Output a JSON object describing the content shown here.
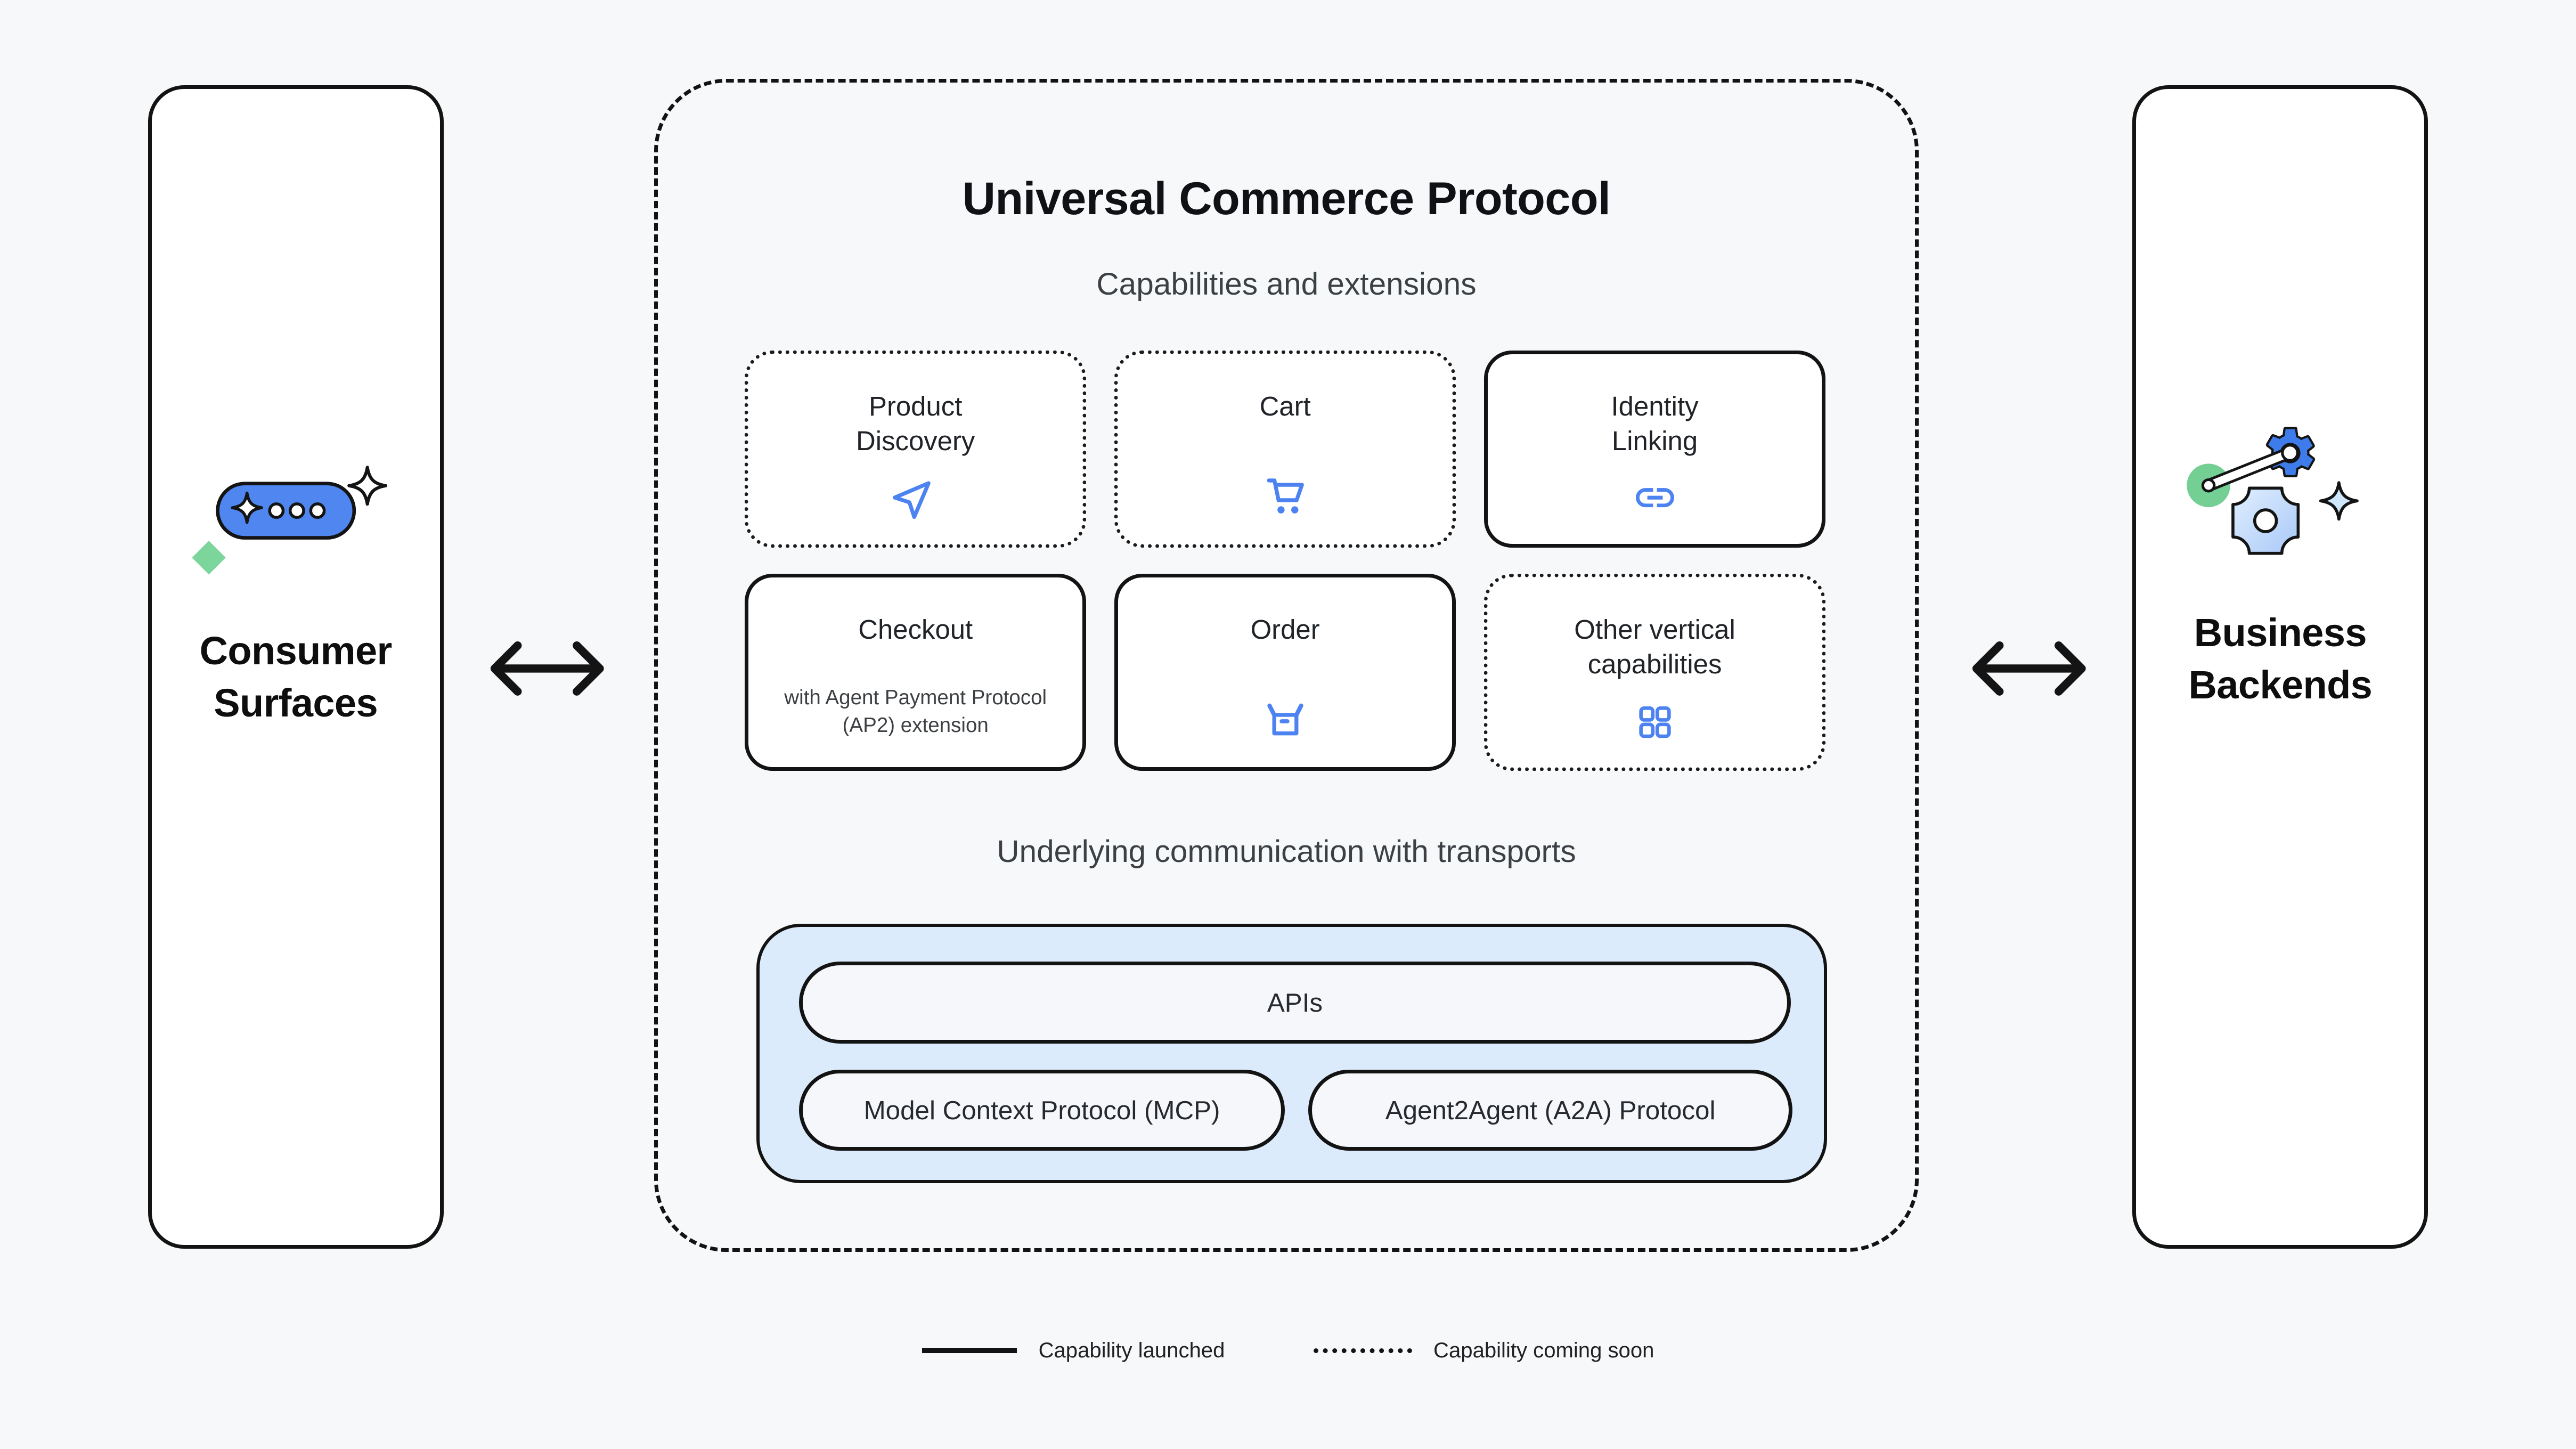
{
  "left_panel": {
    "title": "Consumer Surfaces",
    "icon": "chat-pill-sparkle-icon"
  },
  "right_panel": {
    "title": "Business Backends",
    "icon": "gears-automation-icon"
  },
  "arrows": {
    "icon": "double-headed-arrow-icon"
  },
  "ucp": {
    "title": "Universal Commerce Protocol",
    "capabilities_heading": "Capabilities and extensions",
    "capabilities": [
      {
        "title": "Product Discovery",
        "status": "coming-soon",
        "icon": "navigation-arrow-icon"
      },
      {
        "title": "Cart",
        "status": "coming-soon",
        "icon": "shopping-cart-icon"
      },
      {
        "title": "Identity Linking",
        "status": "launched",
        "icon": "link-icon"
      },
      {
        "title": "Checkout",
        "subtitle": "with Agent Payment Protocol (AP2) extension",
        "status": "launched",
        "icon": null
      },
      {
        "title": "Order",
        "status": "launched",
        "icon": "open-box-icon"
      },
      {
        "title": "Other vertical capabilities",
        "status": "coming-soon",
        "icon": "grid-icon"
      }
    ],
    "transports_heading": "Underlying communication with transports",
    "transports": {
      "apis": "APIs",
      "mcp": "Model Context Protocol (MCP)",
      "a2a": "Agent2Agent (A2A) Protocol"
    }
  },
  "legend": {
    "launched": "Capability launched",
    "coming_soon": "Capability coming soon"
  },
  "colors": {
    "background": "#f7f8f9",
    "ink": "#131313",
    "accent_blue": "#4d83f1",
    "gear_blue": "#3d7cea",
    "light_blue_fill": "#dcebfc",
    "pill_fill": "#f5f7fa",
    "green": "#74cf95",
    "muted_text": "#3c4043"
  }
}
